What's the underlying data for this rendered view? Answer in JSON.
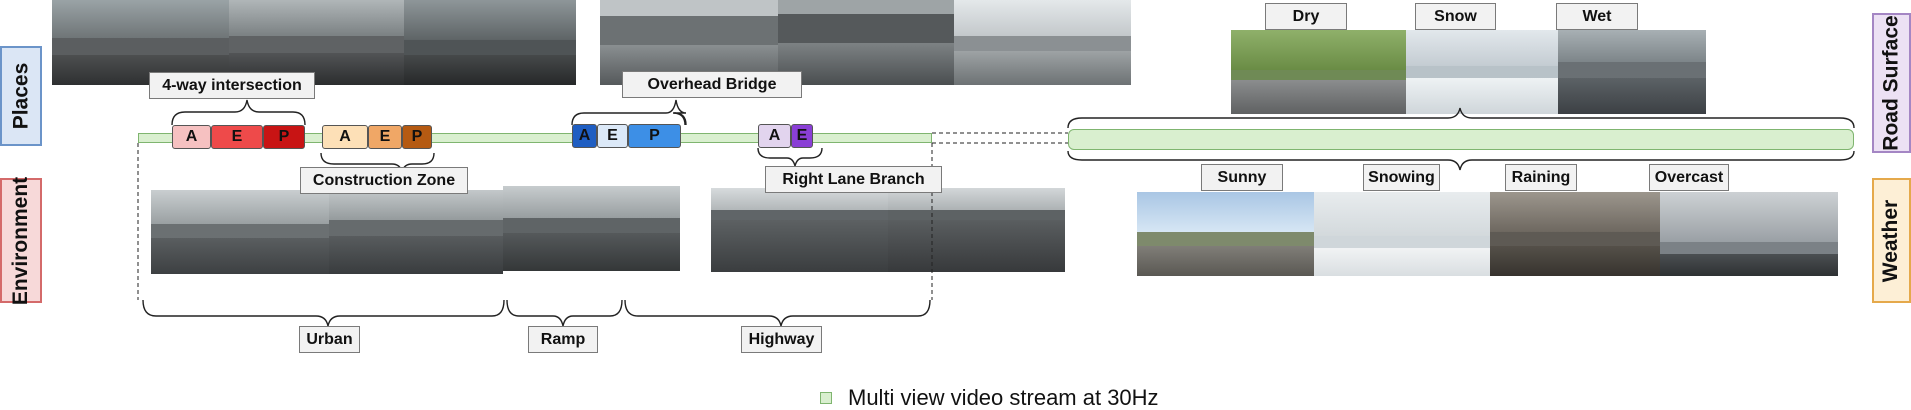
{
  "side_labels": {
    "places": "Places",
    "environment": "Environment",
    "road_surface": "Road Surface",
    "weather": "Weather"
  },
  "place_labels": {
    "four_way": "4-way intersection",
    "overhead_bridge": "Overhead Bridge",
    "construction_zone": "Construction Zone",
    "right_lane_branch": "Right Lane Branch"
  },
  "environment_labels": {
    "urban": "Urban",
    "ramp": "Ramp",
    "highway": "Highway"
  },
  "road_surface_labels": {
    "dry": "Dry",
    "snow": "Snow",
    "wet": "Wet"
  },
  "weather_labels": {
    "sunny": "Sunny",
    "snowing": "Snowing",
    "raining": "Raining",
    "overcast": "Overcast"
  },
  "badges": {
    "four_way": [
      "A",
      "E",
      "P"
    ],
    "construction": [
      "A",
      "E",
      "P"
    ],
    "bridge": [
      "A",
      "E",
      "P"
    ],
    "lane_branch": [
      "A",
      "E"
    ]
  },
  "badge_colors": {
    "four_way": [
      "#f6c1c1",
      "#ee4a4a",
      "#c81414"
    ],
    "construction": [
      "#fde0b7",
      "#f0a766",
      "#b55a12"
    ],
    "bridge": [
      "#1f5ec2",
      "#dce9f8",
      "#3d8fe6"
    ],
    "lane_branch": [
      "#e2d4ee",
      "#8a3fd6"
    ]
  },
  "legend": {
    "text": "Multi view video stream at 30Hz"
  },
  "colors": {
    "stream": "#d9efcf",
    "places_border": "#6b94c9",
    "places_fill": "#dbe6f5",
    "environment_border": "#d46a6a",
    "environment_fill": "#f7d9d9",
    "road_surface_border": "#a486c4",
    "road_surface_fill": "#ece1f4",
    "weather_border": "#e5a94b",
    "weather_fill": "#fdefd6"
  }
}
